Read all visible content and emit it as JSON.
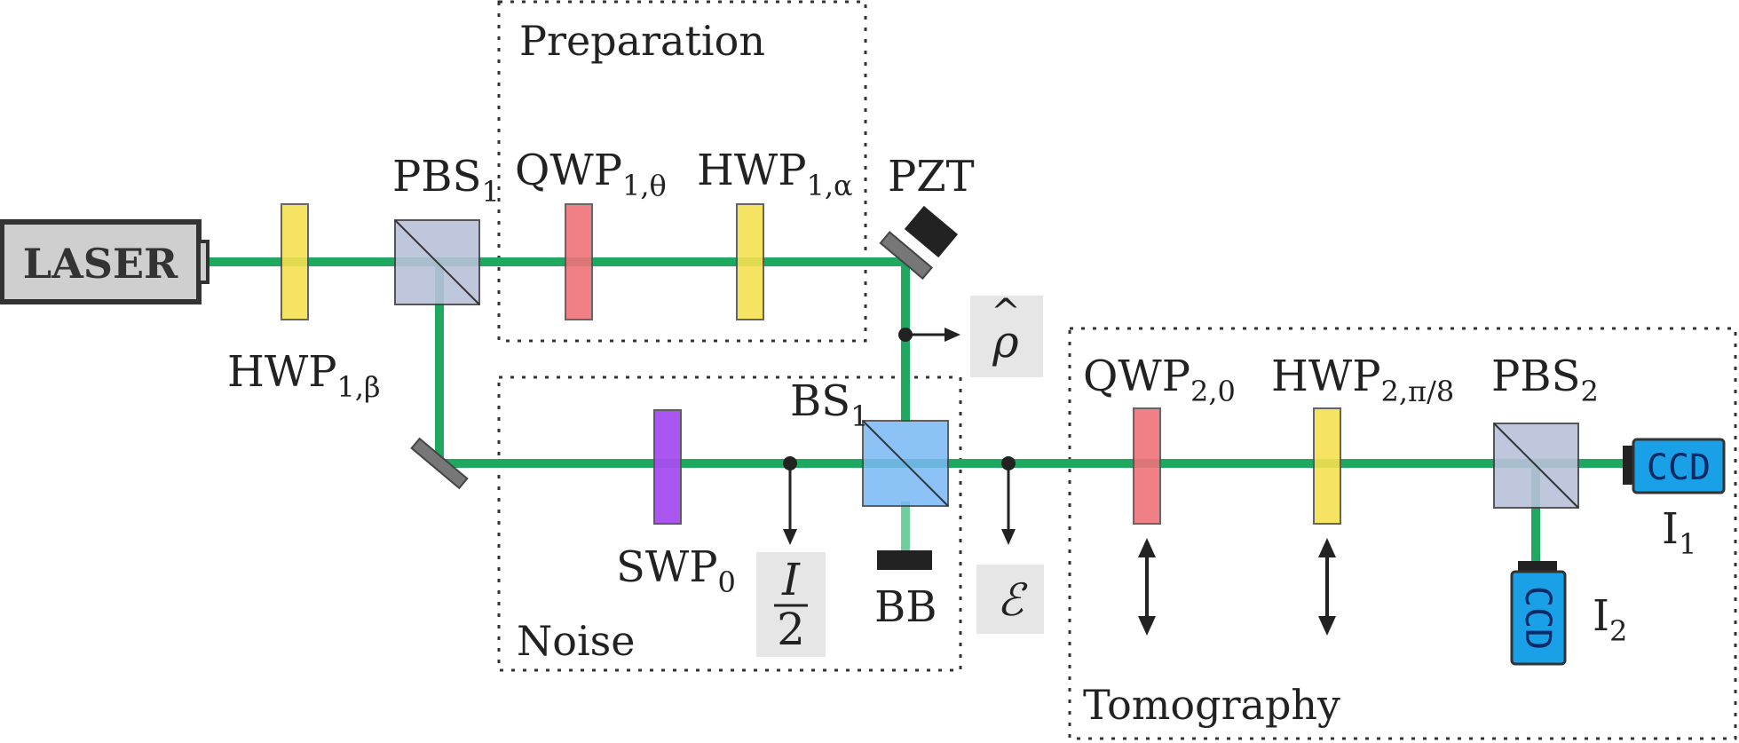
{
  "colors": {
    "beam": "#1fa860",
    "hwp": "#f5e050",
    "qwp": "#f0727a",
    "swp": "#a64df0",
    "pbs": "#b8c1d8",
    "bs": "#7ab8f5",
    "ccd": "#1aa0e6",
    "laser": "#cfcfcf",
    "math_bg": "#e6e6e6",
    "dotted_box": "#333333"
  },
  "boxes": {
    "preparation": "Preparation",
    "noise": "Noise",
    "tomography": "Tomography"
  },
  "laser": {
    "label": "LASER"
  },
  "labels": {
    "hwp1_beta": {
      "main": "HWP",
      "sub": "1,β"
    },
    "pbs1": {
      "main": "PBS",
      "sub": "1"
    },
    "qwp1_theta": {
      "main": "QWP",
      "sub": "1,θ"
    },
    "hwp1_alpha": {
      "main": "HWP",
      "sub": "1,α"
    },
    "pzt": {
      "main": "PZT",
      "sub": ""
    },
    "swp0": {
      "main": "SWP",
      "sub": "0"
    },
    "bs1": {
      "main": "BS",
      "sub": "1"
    },
    "bb": {
      "main": "BB",
      "sub": ""
    },
    "qwp2_0": {
      "main": "QWP",
      "sub": "2,0"
    },
    "hwp2_pi8": {
      "main": "HWP",
      "sub": "2,π/8"
    },
    "pbs2": {
      "main": "PBS",
      "sub": "2"
    },
    "i1": {
      "main": "I",
      "sub": "1"
    },
    "i2": {
      "main": "I",
      "sub": "2"
    }
  },
  "ccd": {
    "label": "CCD"
  },
  "math": {
    "rho": "ρ",
    "rho_hat": "^",
    "identity_num": "I",
    "identity_den": "2",
    "channel": "ℰ"
  },
  "icons": {
    "hwp": "half-wave-plate-icon",
    "qwp": "quarter-wave-plate-icon",
    "swp": "sign-wave-plate-icon",
    "pbs": "polarizing-beam-splitter-icon",
    "bs": "beam-splitter-icon",
    "mirror": "mirror-icon",
    "ccd": "ccd-camera-icon",
    "block": "beam-block-icon",
    "arrow": "arrow-icon",
    "double_arrow": "double-arrow-icon"
  }
}
